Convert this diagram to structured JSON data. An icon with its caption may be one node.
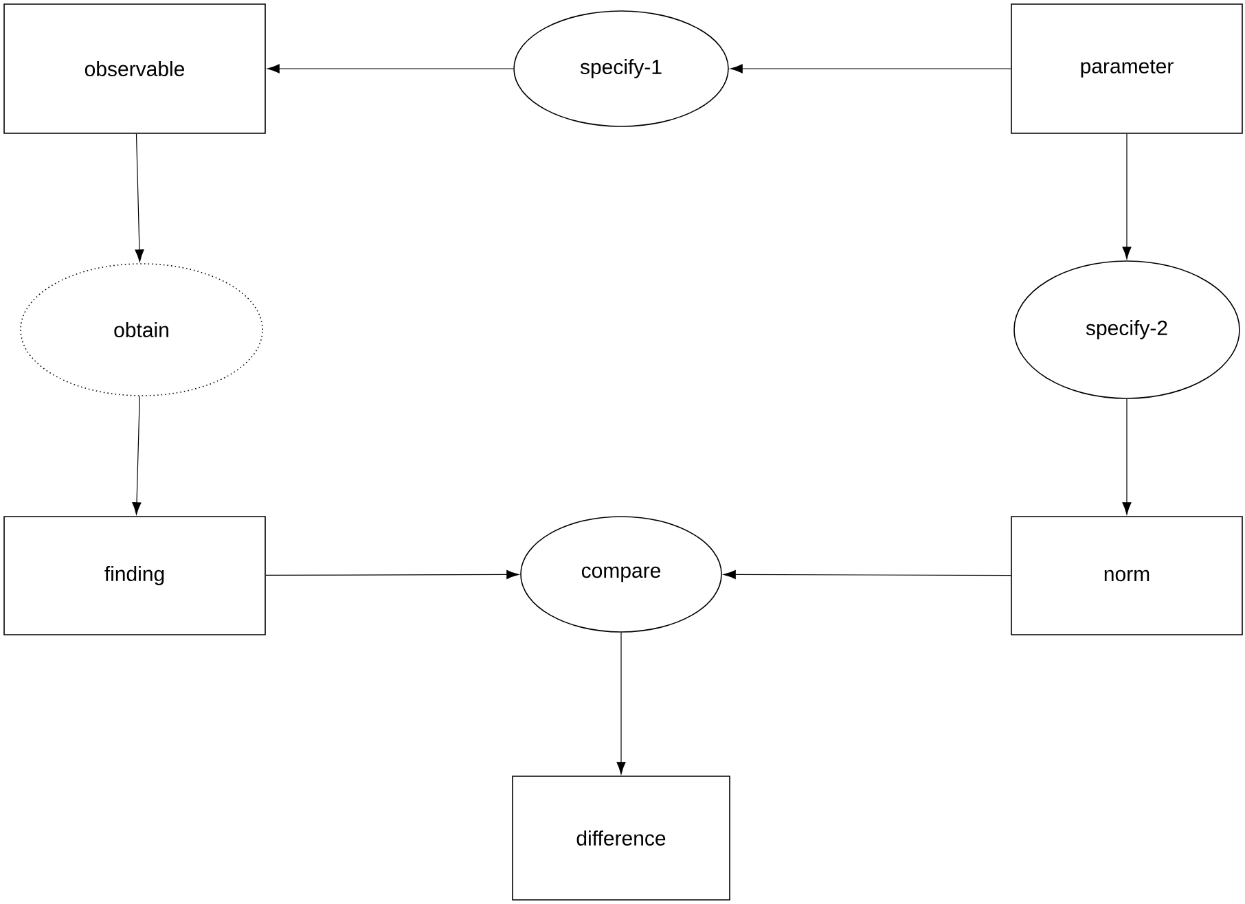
{
  "diagram": {
    "nodes": [
      {
        "text": [
          "observable"
        ]
      },
      {
        "text": [
          "specify-1"
        ]
      },
      {
        "text": [
          "parameter"
        ]
      },
      {
        "text": [
          "obtain"
        ]
      },
      {
        "text": [
          "specify-2"
        ]
      },
      {
        "text": [
          "finding"
        ]
      },
      {
        "text": [
          "compare"
        ]
      },
      {
        "text": [
          "norm"
        ]
      },
      {
        "text": [
          "difference"
        ]
      }
    ],
    "edges": [
      {
        "from": 2,
        "to": 1,
        "arrow": "to"
      },
      {
        "from": 1,
        "to": 0,
        "arrow": "to"
      },
      {
        "from": 0,
        "to": 3,
        "arrow": "to"
      },
      {
        "from": 3,
        "to": 5,
        "arrow": "to"
      },
      {
        "from": 2,
        "to": 4,
        "arrow": "to"
      },
      {
        "from": 4,
        "to": 7,
        "arrow": "to"
      },
      {
        "from": 5,
        "to": 6,
        "arrow": "to"
      },
      {
        "from": 7,
        "to": 6,
        "arrow": "to"
      },
      {
        "from": 6,
        "to": 8,
        "arrow": "to"
      }
    ]
  }
}
